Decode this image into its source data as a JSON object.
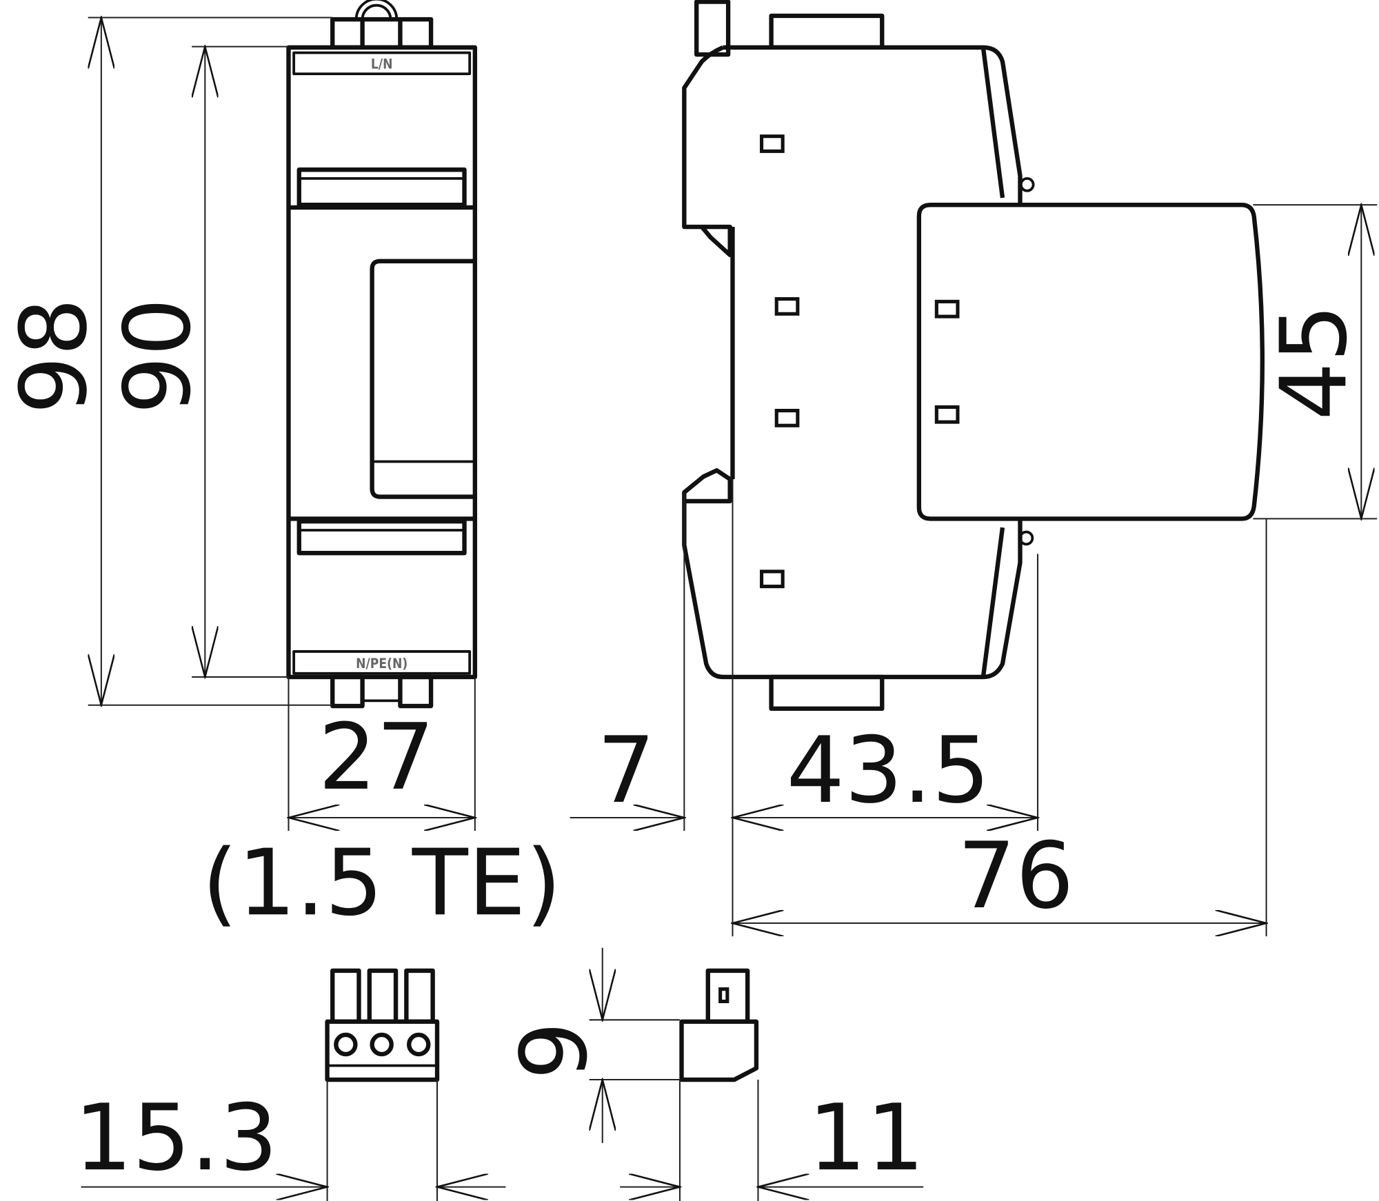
{
  "front_view": {
    "top_label": "L/N",
    "bottom_label": "N/PE(N)"
  },
  "dimensions": {
    "overall_height": "98",
    "body_height": "90",
    "width": "27",
    "width_units": "(1.5 TE)",
    "rail_offset": "7",
    "base_depth": "43.5",
    "total_depth": "76",
    "module_height": "45",
    "connector_width": "15.3",
    "connector_height": "9",
    "connector_depth": "11"
  },
  "colors": {
    "line": "#111111",
    "background": "#ffffff"
  }
}
